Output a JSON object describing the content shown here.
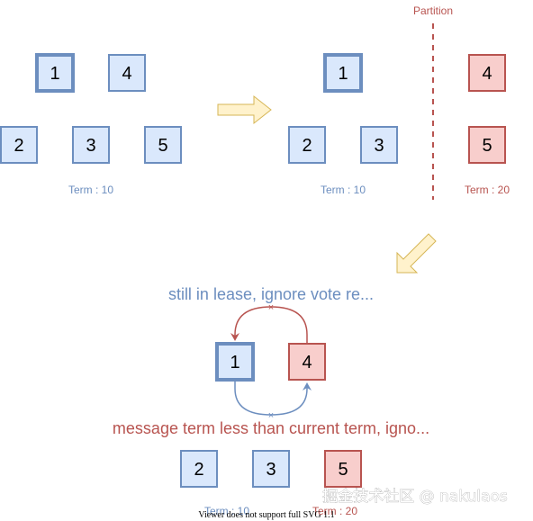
{
  "colors": {
    "blue_fill": "#dae8fc",
    "blue_stroke": "#6c8ebf",
    "red_fill": "#f8cecc",
    "red_stroke": "#b85450",
    "arrow_fill": "#fff2cc",
    "arrow_stroke": "#d6b656"
  },
  "panel1": {
    "nodes": [
      "1",
      "4",
      "2",
      "3",
      "5"
    ],
    "term": "Term : 10"
  },
  "panel2": {
    "partition_label": "Partition",
    "nodes": [
      "1",
      "2",
      "3",
      "4",
      "5"
    ],
    "term_left": "Term : 10",
    "term_right": "Term : 20"
  },
  "panel3": {
    "caption_top": "still in lease, ignore vote re...",
    "caption_bottom": "message term less than current term, igno...",
    "nodes": [
      "1",
      "4",
      "2",
      "3",
      "5"
    ],
    "term_left": "Term : 10",
    "term_right": "Term : 20"
  },
  "footer_note": "Viewer does not support full SVG 1.1",
  "watermark": "掘金技术社区 @ nakulaos"
}
